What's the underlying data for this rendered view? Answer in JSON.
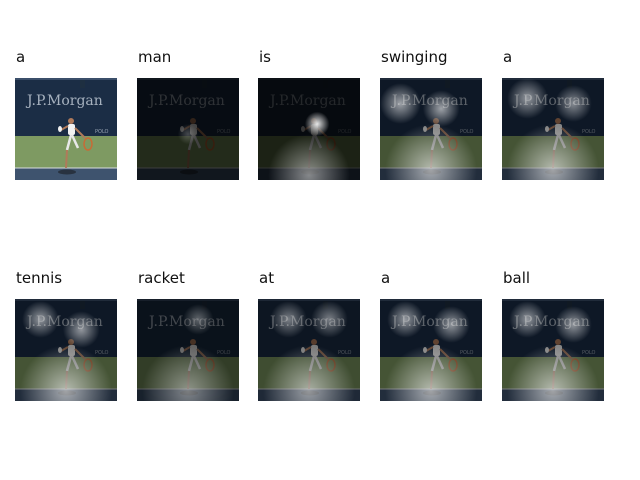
{
  "caption": {
    "words": [
      {
        "text": "a"
      },
      {
        "text": "man"
      },
      {
        "text": "is"
      },
      {
        "text": "swinging"
      },
      {
        "text": "a"
      },
      {
        "text": "tennis"
      },
      {
        "text": "racket"
      },
      {
        "text": "at"
      },
      {
        "text": "a"
      },
      {
        "text": "ball"
      }
    ]
  },
  "image": {
    "banner_text": "J.P.Morgan",
    "sign_text": "POLO"
  }
}
